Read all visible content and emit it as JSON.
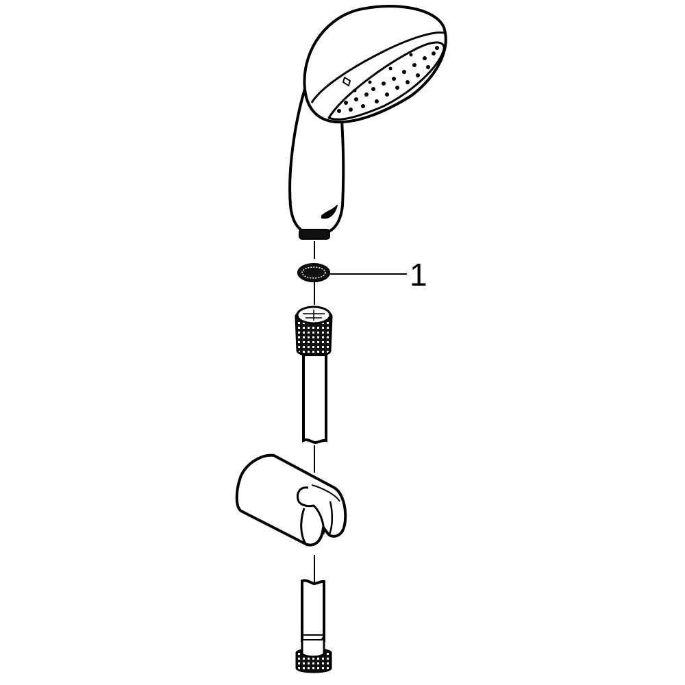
{
  "diagram": {
    "type": "exploded-parts-drawing",
    "subject": "hand shower set",
    "parts": [
      {
        "name": "hand shower head",
        "visible": true
      },
      {
        "name": "seal washer",
        "callout": "1"
      },
      {
        "name": "hose nut (knurled)",
        "visible": true
      },
      {
        "name": "shower hose",
        "visible": true
      },
      {
        "name": "wall holder",
        "visible": true
      },
      {
        "name": "hose end nut (knurled)",
        "visible": true
      }
    ],
    "callouts": [
      {
        "number": "1",
        "target": "seal washer"
      }
    ],
    "colors": {
      "line": "#000000",
      "background": "#ffffff"
    }
  }
}
